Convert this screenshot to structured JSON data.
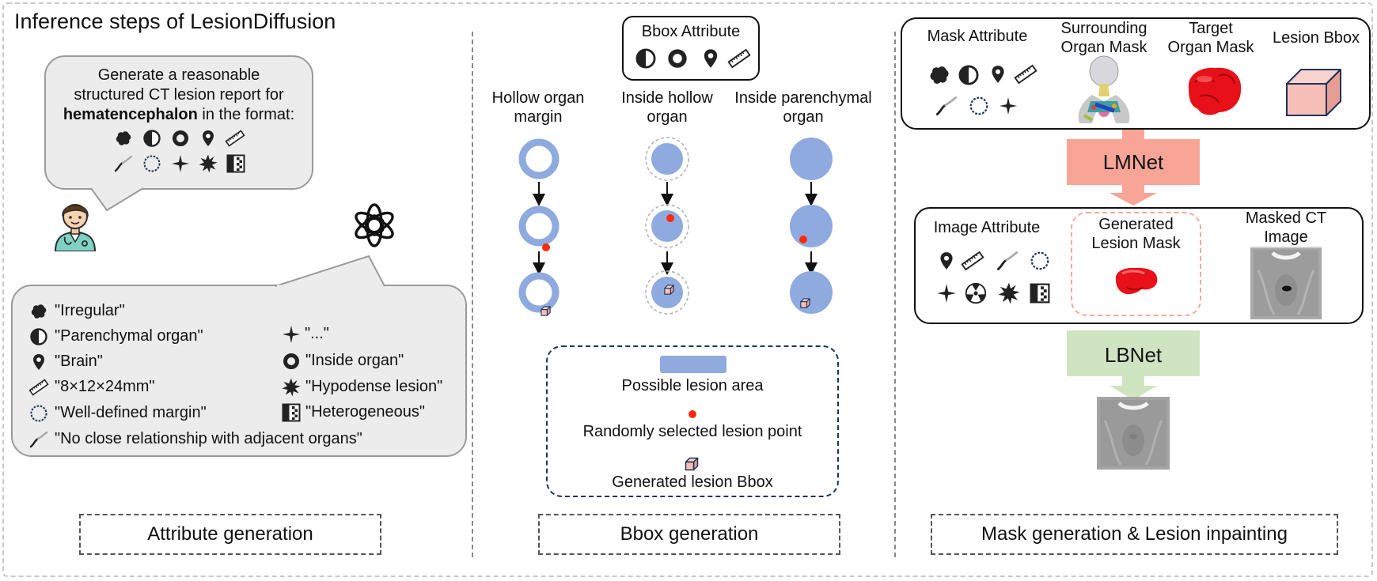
{
  "title": "Inference steps of LesionDiffusion",
  "left": {
    "prompt": {
      "line1": "Generate a reasonable",
      "line2": "structured CT lesion report for",
      "line3_bold": "hematencephalon",
      "line3_rest": " in the format:"
    },
    "answers": {
      "irregular": "\"Irregular\"",
      "parenchymal": "\"Parenchymal organ\"",
      "brain": "\"Brain\"",
      "size": "\"8×12×24mm\"",
      "margin": "\"Well-defined margin\"",
      "relation": "\"No close relationship with adjacent organs\"",
      "ellipsis": "\"...\"",
      "inside": "\"Inside organ\"",
      "hypodense": "\"Hypodense lesion\"",
      "heterogeneous": "\"Heterogeneous\""
    },
    "stage_label": "Attribute generation"
  },
  "middle": {
    "bbox_attr_title": "Bbox Attribute",
    "col1_title_l1": "Hollow organ",
    "col1_title_l2": "margin",
    "col2_title_l1": "Inside hollow",
    "col2_title_l2": "organ",
    "col3_title_l1": "Inside parenchymal",
    "col3_title_l2": "organ",
    "legend_area": "Possible lesion area",
    "legend_point": "Randomly selected lesion point",
    "legend_bbox": "Generated lesion Bbox",
    "stage_label": "Bbox generation"
  },
  "right": {
    "mask_attr": "Mask Attribute",
    "surrounding_l1": "Surrounding",
    "surrounding_l2": "Organ Mask",
    "target_l1": "Target",
    "target_l2": "Organ Mask",
    "lesion_bbox": "Lesion Bbox",
    "lmnet": "LMNet",
    "image_attr": "Image Attribute",
    "generated_l1": "Generated",
    "generated_l2": "Lesion Mask",
    "masked_l1": "Masked CT",
    "masked_l2": "Image",
    "lbnet": "LBNet",
    "stage_label": "Mask generation & Lesion inpainting"
  },
  "colors": {
    "lesion_area": "#8eaadf",
    "lesion_point": "#ff2a0a",
    "lmnet_fill": "#f8a597",
    "lbnet_fill": "#cfe5c2",
    "bubble_fill": "#ececec",
    "organ_red": "#e8111a",
    "bbox_pink": "#f6c0b8",
    "legend_border": "#1f3457"
  }
}
